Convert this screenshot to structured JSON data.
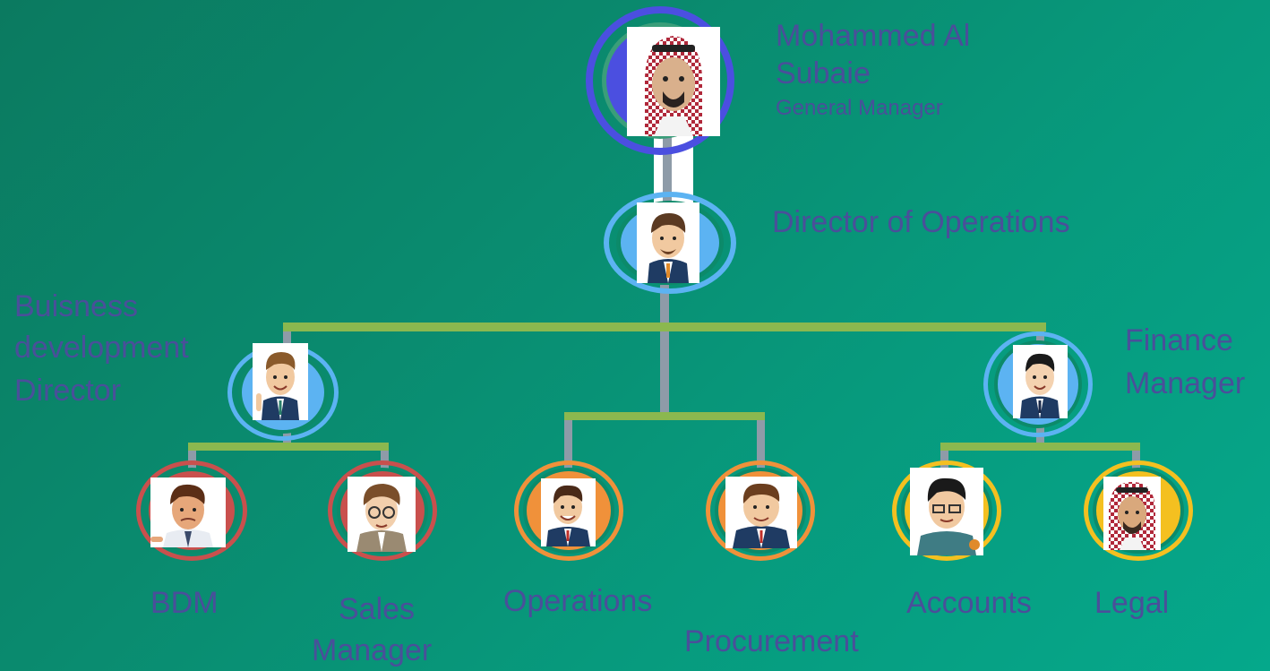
{
  "general_manager": {
    "name_line1": "Mohammed Al",
    "name_line2": "Subaie",
    "title": "General Manager"
  },
  "director_ops": {
    "title": "Director of Operations"
  },
  "bd_director": {
    "line1": "Buisness",
    "line2": "development",
    "line3": "Director"
  },
  "finance_manager": {
    "line1": "Finance",
    "line2": "Manager"
  },
  "staff": {
    "bdm": "BDM",
    "sales_line1": "Sales",
    "sales_line2": "Manager",
    "operations": "Operations",
    "procurement": "Procurement",
    "accounts": "Accounts",
    "legal": "Legal"
  },
  "colors": {
    "top_ring": "#4b4fe0",
    "blue_ring": "#5cb3f2",
    "red_ring": "#c9504d",
    "orange_ring": "#f0913a",
    "yellow_ring": "#f4c020",
    "connector_gray": "#8e9ba8",
    "connector_green": "#8bb84f",
    "label_text": "#4a4f9a"
  }
}
